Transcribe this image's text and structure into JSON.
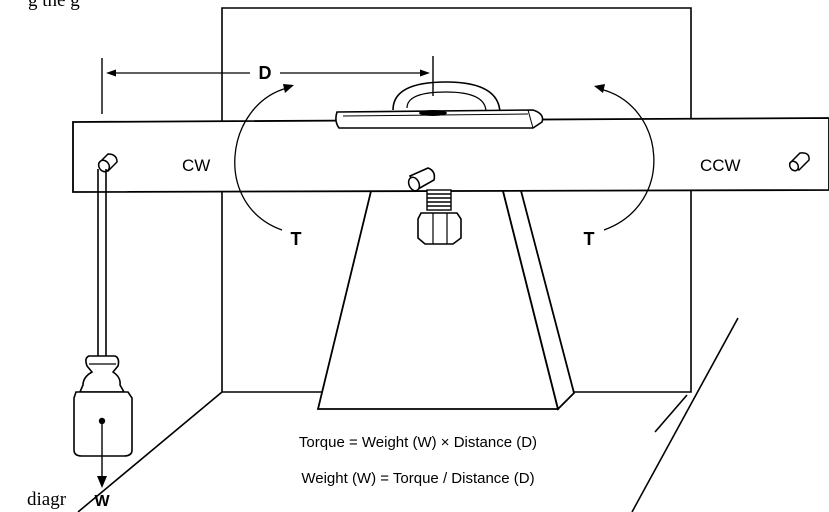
{
  "top_caption_fragment": "g the g",
  "labels": {
    "distance": "D",
    "clockwise": "CW",
    "counterclockwise": "CCW",
    "torque_left": "T",
    "torque_right": "T",
    "weight": "W"
  },
  "formulas": {
    "torque": "Torque = Weight (W) × Distance (D)",
    "weight": "Weight (W) = Torque / Distance (D)"
  },
  "bottom_caption_fragment": "diagr"
}
